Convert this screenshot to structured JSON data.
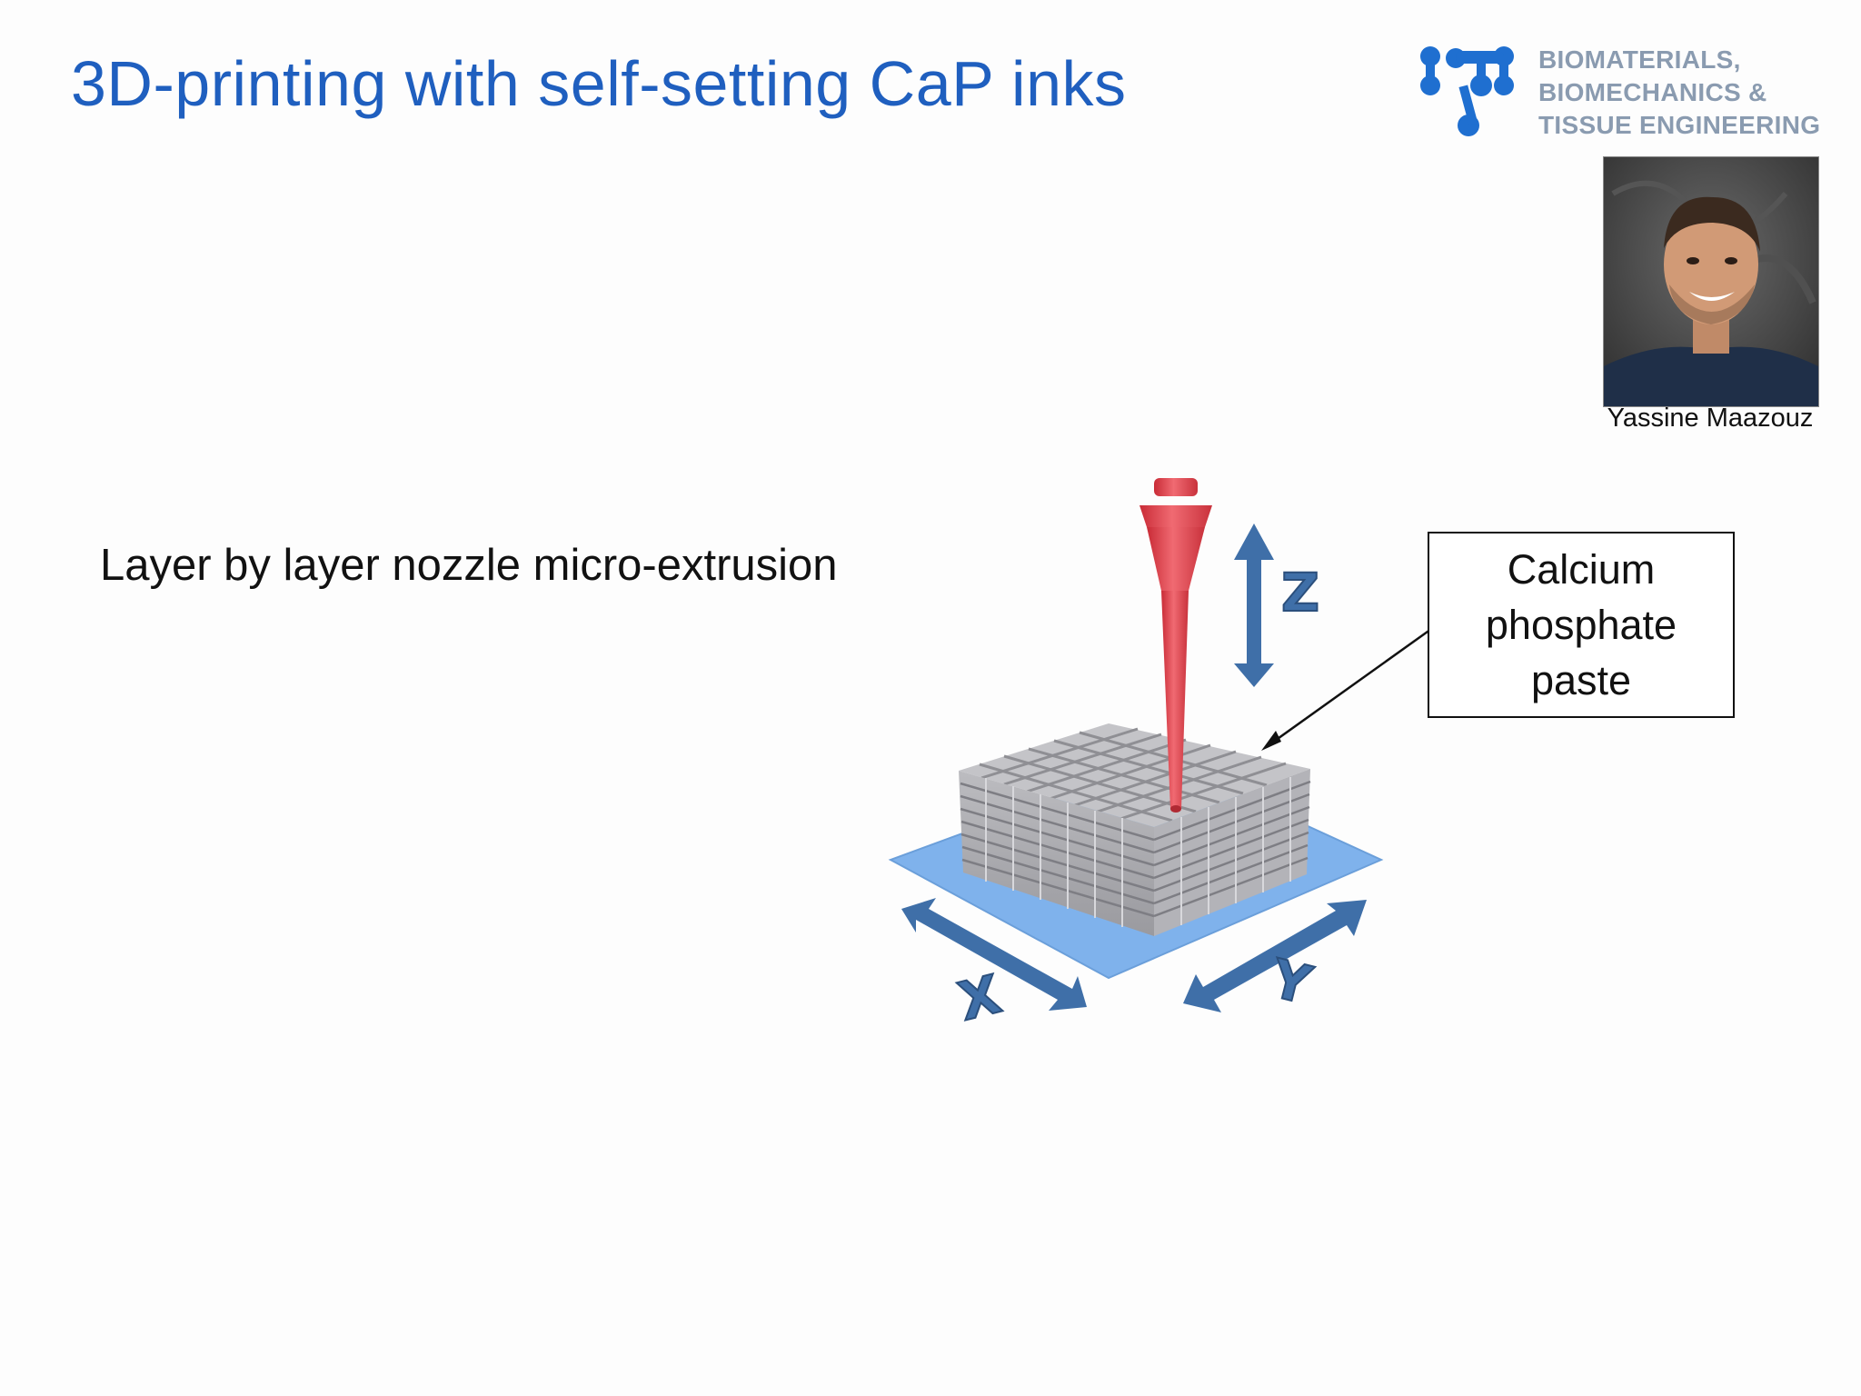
{
  "slide": {
    "title": "3D-printing with self-setting CaP inks",
    "lead_text": "Layer by layer nozzle micro-extrusion"
  },
  "logo": {
    "line1": "BIOMATERIALS,",
    "line2": "BIOMECHANICS &",
    "line3": "TISSUE ENGINEERING",
    "brand_color": "#1f6fd0",
    "icon": "molecule-logo-icon"
  },
  "presenter": {
    "name": "Yassine Maazouz",
    "photo_icon": "person-portrait"
  },
  "figure": {
    "axis_z": "Z",
    "axis_x": "X",
    "axis_y": "Y",
    "callout_label": "Calcium\nphosphate\npaste",
    "nozzle_color": "#e8404a",
    "plate_color": "#7fb2ec",
    "arrow_color": "#3f6fa8",
    "scaffold_color": "#a9a9ae"
  }
}
